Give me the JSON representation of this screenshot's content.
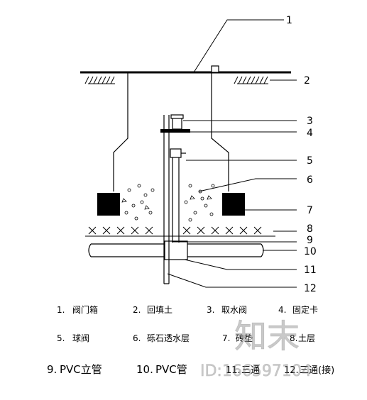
{
  "callouts": [
    "1",
    "2",
    "3",
    "4",
    "5",
    "6",
    "7",
    "8",
    "9",
    "10",
    "11",
    "12"
  ],
  "legend": [
    {
      "num": "1.",
      "text": "阀门箱"
    },
    {
      "num": "2.",
      "text": "回填土"
    },
    {
      "num": "3.",
      "text": "取水阀"
    },
    {
      "num": "4.",
      "text": "固定卡"
    },
    {
      "num": "5.",
      "text": "球阀"
    },
    {
      "num": "6.",
      "text": "砾石透水层"
    },
    {
      "num": "7.",
      "text": "砖垫"
    },
    {
      "num": "8.",
      "text": "土层"
    },
    {
      "num": "9.",
      "text": "PVC立管"
    },
    {
      "num": "10.",
      "text": "PVC管"
    },
    {
      "num": "11.",
      "text": "三通"
    },
    {
      "num": "12.",
      "text": "三通(接)"
    }
  ],
  "watermark": {
    "logo": "知末",
    "id": "ID:166597104"
  }
}
